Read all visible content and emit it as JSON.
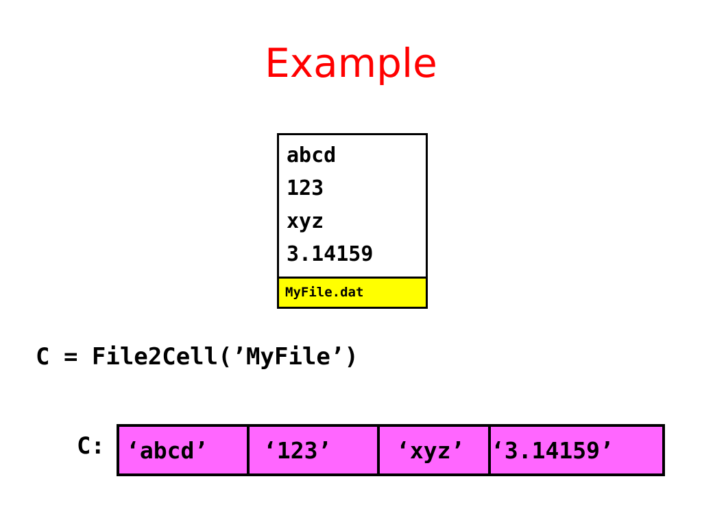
{
  "title": "Example",
  "file": {
    "lines": [
      "abcd",
      "123",
      "xyz",
      "3.14159"
    ],
    "name": "MyFile.dat"
  },
  "code": "C = File2Cell(’MyFile’)",
  "cell_array": {
    "label": "C:",
    "cells": [
      "‘abcd’",
      "‘123’",
      "‘xyz’",
      "‘3.14159’"
    ]
  },
  "colors": {
    "title": "#ff0000",
    "file_label_bg": "#ffff00",
    "cell_bg": "#ff66ff"
  }
}
